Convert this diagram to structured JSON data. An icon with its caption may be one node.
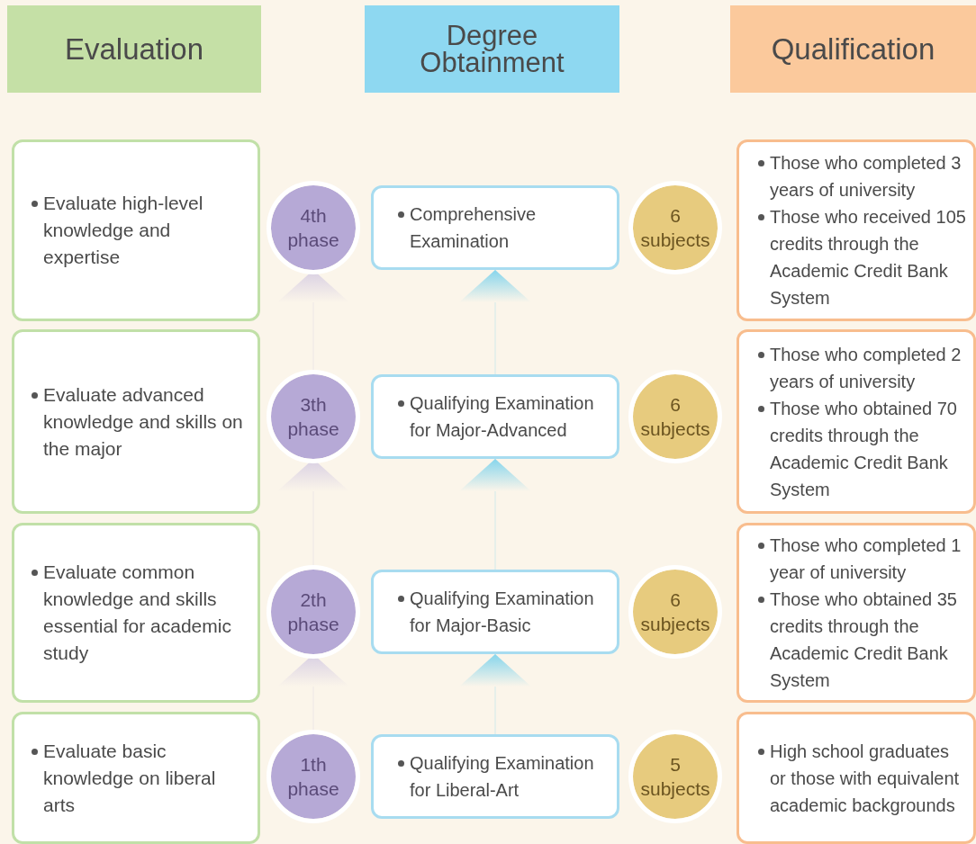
{
  "diagram": {
    "nodes": [
      {
        "text": [
          "Evaluation"
        ]
      },
      {
        "text": [
          "Degree Obtainment"
        ]
      },
      {
        "text": [
          "Qualification"
        ]
      },
      {
        "text": [
          "Evaluate high-level knowledge and expertise"
        ]
      },
      {
        "text": [
          "4th phase"
        ]
      },
      {
        "text": [
          "Comprehensive Examination"
        ]
      },
      {
        "text": [
          "6 subjects"
        ]
      },
      {
        "text": [
          "Those who completed 3 years of university",
          "Those who received 105 credits through the Academic Credit Bank System"
        ]
      },
      {
        "text": [
          "Evaluate advanced knowledge and skills on the major"
        ]
      },
      {
        "text": [
          "3th phase"
        ]
      },
      {
        "text": [
          "Qualifying Examination for Major-Advanced"
        ]
      },
      {
        "text": [
          "6 subjects"
        ]
      },
      {
        "text": [
          "Those who completed 2 years of university",
          "Those who obtained 70 credits through the Academic Credit Bank System"
        ]
      },
      {
        "text": [
          "Evaluate common knowledge and skills essential for academic study"
        ]
      },
      {
        "text": [
          "2th phase"
        ]
      },
      {
        "text": [
          "Qualifying Examination for Major-Basic"
        ]
      },
      {
        "text": [
          "6 subjects"
        ]
      },
      {
        "text": [
          "Those who completed 1 year of university",
          "Those who obtained 35 credits through the Academic Credit Bank System"
        ]
      },
      {
        "text": [
          "Evaluate basic knowledge on liberal arts"
        ]
      },
      {
        "text": [
          "1th phase"
        ]
      },
      {
        "text": [
          "Qualifying Examination for Liberal-Art"
        ]
      },
      {
        "text": [
          "5 subjects"
        ]
      },
      {
        "text": [
          "High school graduates or those with equivalent academic backgrounds"
        ]
      }
    ],
    "edges": [
      {
        "from": 9,
        "to": 4,
        "arrow": "to",
        "color": "#d8cfe3"
      },
      {
        "from": 10,
        "to": 5,
        "arrow": "to"
      },
      {
        "from": 14,
        "to": 9,
        "arrow": "to",
        "color": "#d8cfe3"
      },
      {
        "from": 15,
        "to": 10,
        "arrow": "to"
      },
      {
        "from": 19,
        "to": 14,
        "arrow": "to",
        "color": "#d8cfe3"
      },
      {
        "from": 20,
        "to": 15,
        "arrow": "to"
      }
    ]
  }
}
